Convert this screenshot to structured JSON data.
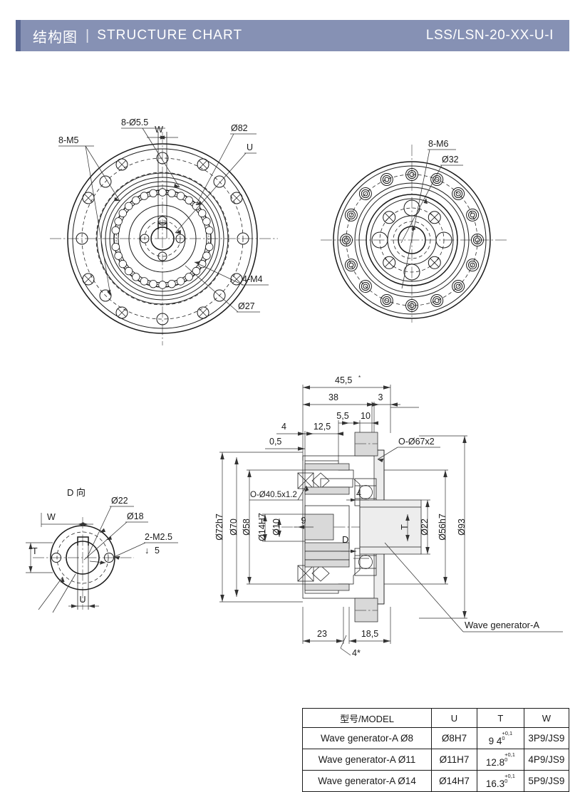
{
  "header": {
    "title_cn": "结构图",
    "separator": "|",
    "title_en": "STRUCTURE CHART",
    "model_code": "LSS/LSN-20-XX-U-I",
    "bar_color": "#8691b4",
    "accent_color": "#5a6893",
    "text_color": "#ffffff"
  },
  "views": {
    "front_view": {
      "name": "front-circular-view",
      "labels": {
        "holes_55": "8-Ø5.5",
        "thread_m5": "8-M5",
        "keyway_w": "W",
        "dia_82": "Ø82",
        "bore_u": "U",
        "thread_m4": "4-M4",
        "dia_27": "Ø27"
      }
    },
    "rear_view": {
      "name": "rear-circular-view",
      "labels": {
        "thread_m6": "8-M6",
        "dia_32": "Ø32"
      }
    },
    "d_view": {
      "name": "d-direction-view",
      "title": "D 向",
      "labels": {
        "dia_22": "Ø22",
        "dia_18": "Ø18",
        "thread_m25": "2-M2.5",
        "depth": "5",
        "depth_symbol": "↓",
        "keyway_w": "W",
        "key_t": "T",
        "bore_u": "U"
      }
    },
    "section_view": {
      "name": "cross-section-view",
      "dimensions_top": {
        "overall": "45,5",
        "overall_star": "*",
        "d38": "38",
        "d3": "3",
        "d55": "5,5",
        "d10": "10",
        "d4": "4",
        "d125": "12,5",
        "d05": "0,5"
      },
      "dimensions_left": {
        "dia_72h7": "Ø72h7",
        "dia_70": "Ø70",
        "dia_58": "Ø58",
        "dia_14h7": "Ø14H7",
        "dia_10": "Ø10",
        "d9": "9"
      },
      "dimensions_right": {
        "key_t": "T",
        "dia_22": "Ø22",
        "dia_56h7": "Ø56h7",
        "dia_93": "Ø93"
      },
      "dimensions_bottom": {
        "d23": "23",
        "d185": "18,5",
        "d4star": "4*"
      },
      "annotations": {
        "oring_67": "O-Ø67x2",
        "oring_405": "O-Ø40.5x1.2",
        "inner_4": "4",
        "d_mark": "D",
        "wave_generator": "Wave generator-A"
      }
    }
  },
  "table": {
    "name": "model-specification-table",
    "headers": [
      "型号/MODEL",
      "U",
      "T",
      "W"
    ],
    "rows": [
      {
        "model": "Wave generator-A Ø8",
        "u": "Ø8H7",
        "t_value": "9 4",
        "t_tol_upper": "+0,1",
        "t_tol_lower": "0",
        "w": "3P9/JS9"
      },
      {
        "model": "Wave generator-A Ø11",
        "u": "Ø11H7",
        "t_value": "12.8",
        "t_tol_upper": "+0,1",
        "t_tol_lower": "0",
        "w": "4P9/JS9"
      },
      {
        "model": "Wave generator-A Ø14",
        "u": "Ø14H7",
        "t_value": "16.3",
        "t_tol_upper": "+0,1",
        "t_tol_lower": "0",
        "w": "5P9/JS9"
      }
    ]
  }
}
